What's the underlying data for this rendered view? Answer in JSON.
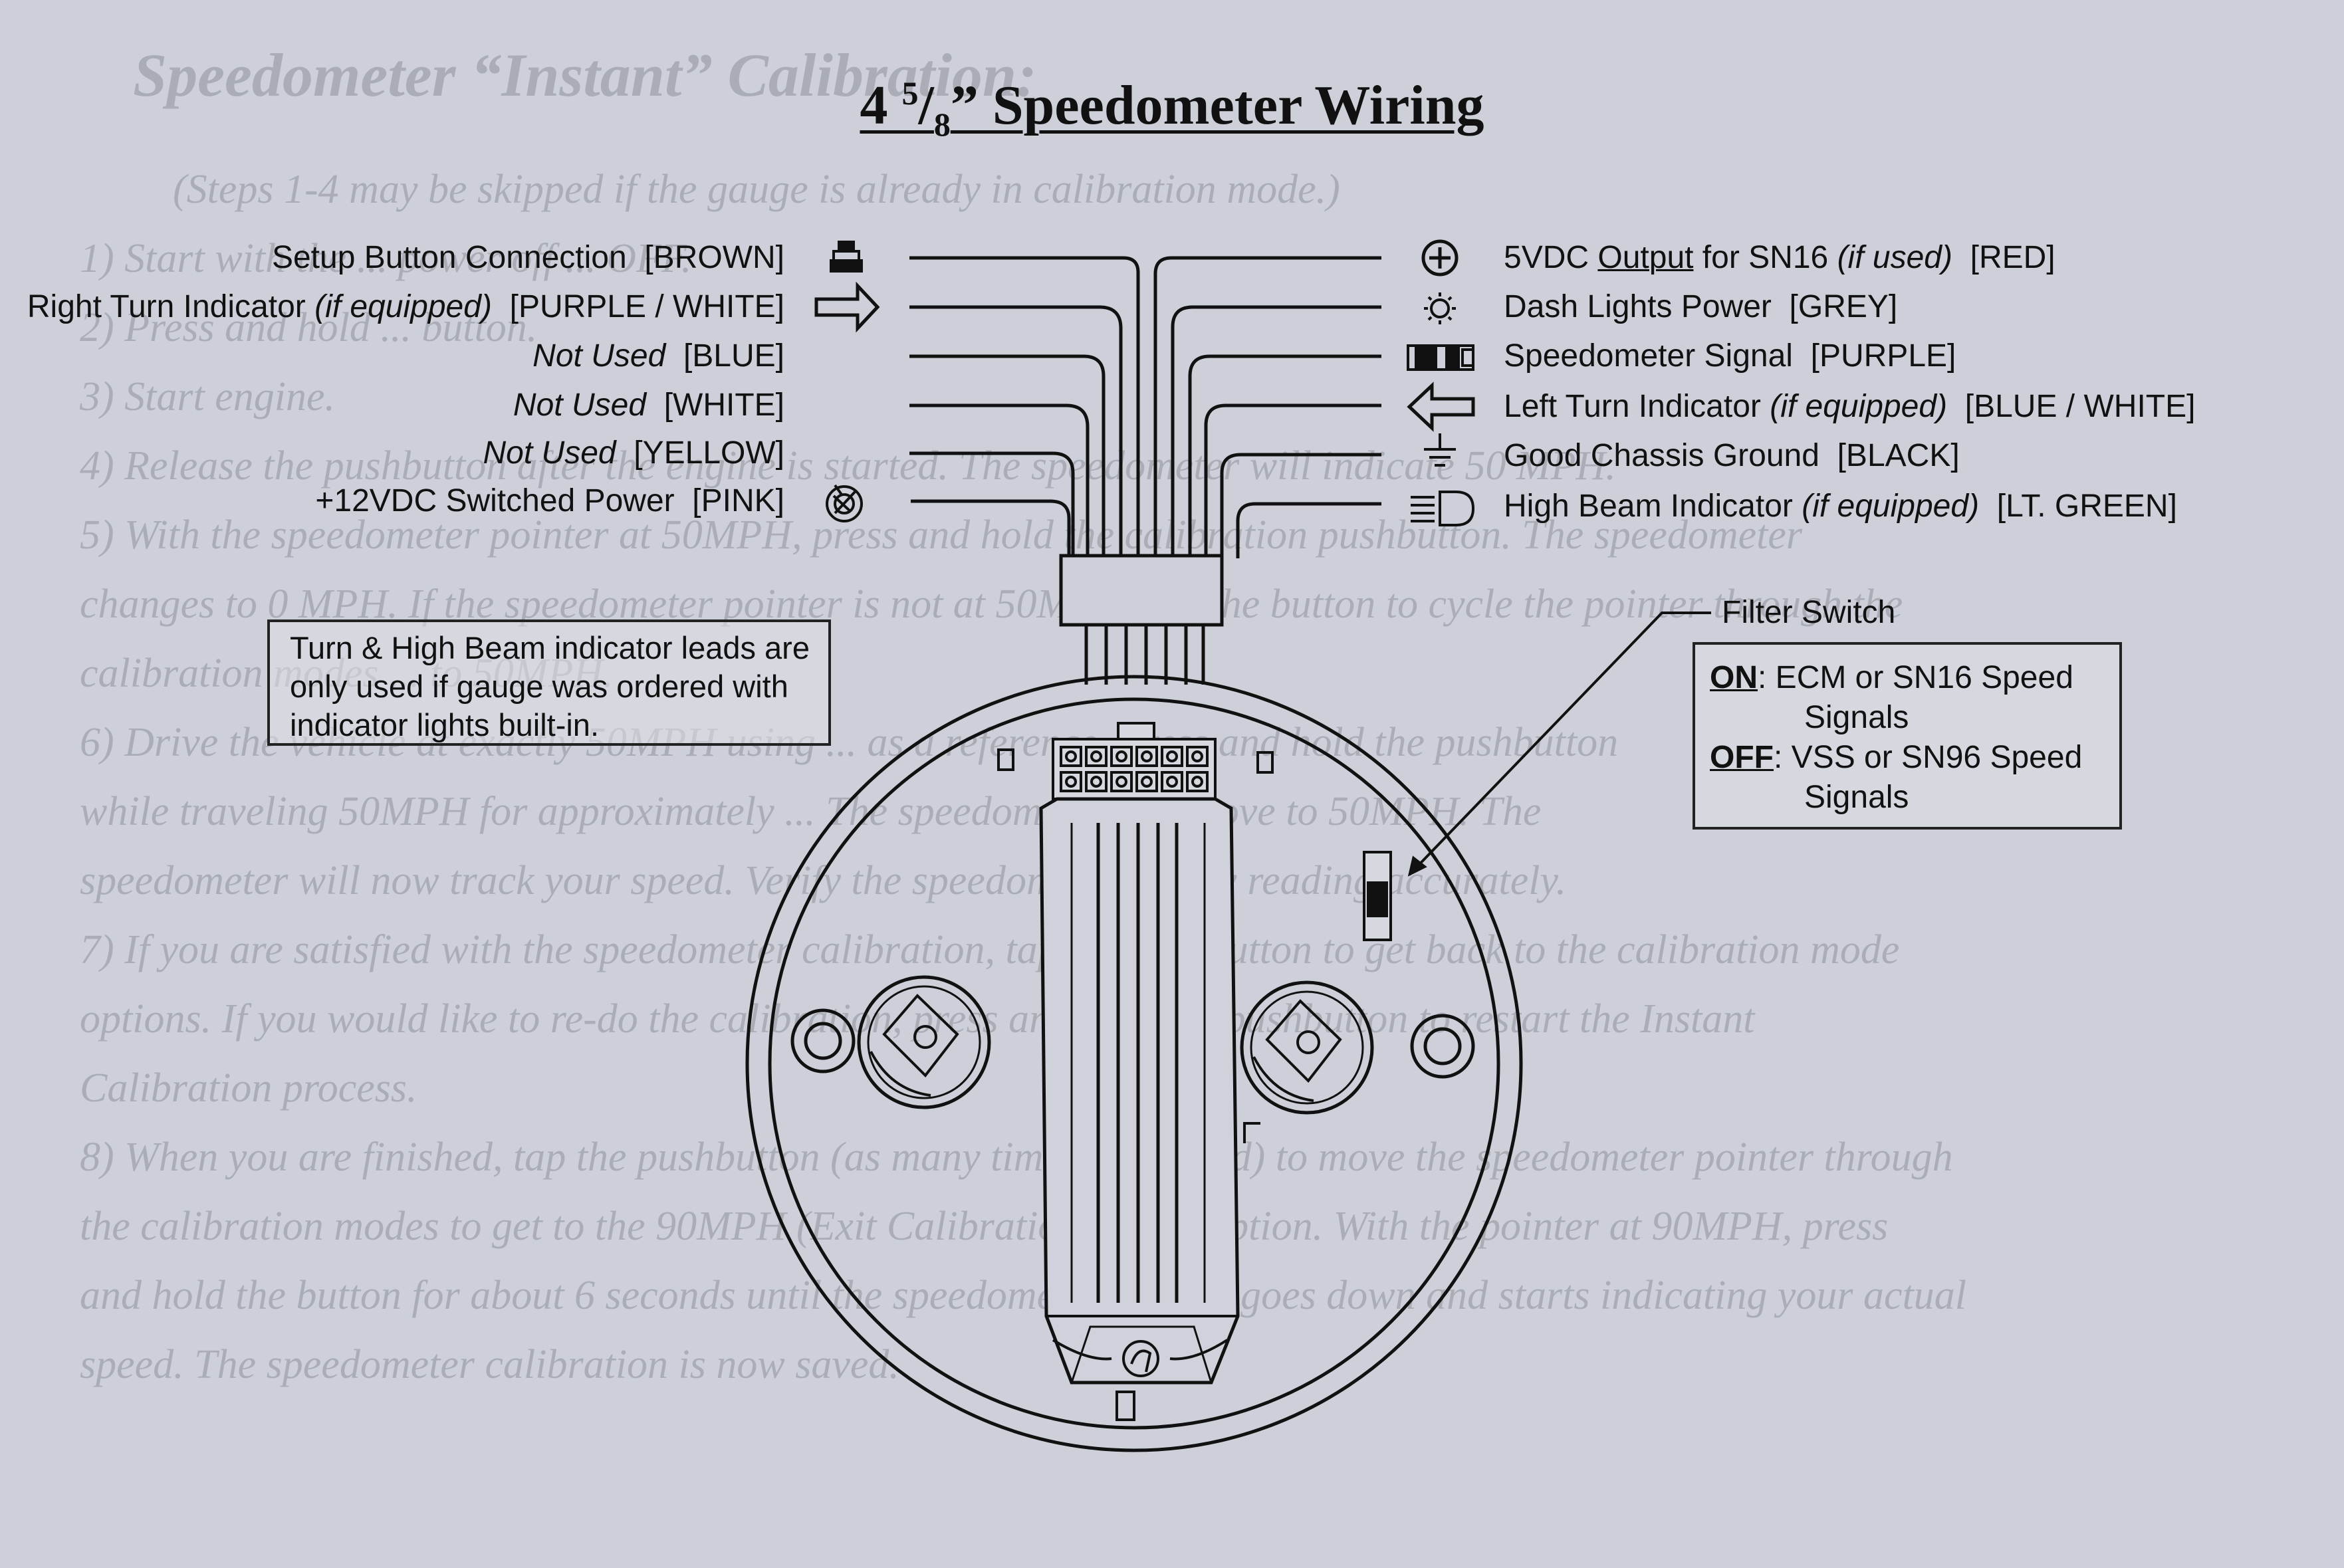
{
  "title": {
    "main": "4 ",
    "num": "5",
    "slash": "/",
    "den": "8",
    "rest": "” Speedometer Wiring"
  },
  "background_text": {
    "heading": "Speedometer “Instant” Calibration:",
    "lines": [
      "(Steps 1-4 may be skipped if the gauge is already in calibration mode.)",
      "1) Start with the ... power off ... OFF.",
      "2) Press and hold ... button.",
      "3) Start engine.",
      "4) Release the pushbutton after the engine is started. The speedometer will indicate 50 MPH.",
      "5) With the speedometer pointer at 50MPH, press and hold the calibration pushbutton. The speedometer",
      "   changes to 0 MPH. If the speedometer pointer is not at 50MPH, tap the button to cycle the pointer through the",
      "   calibration modes ... to 50MPH.",
      "6) Drive the vehicle at exactly 50MPH using ... as a reference. Press and hold the pushbutton",
      "   while traveling 50MPH for approximately ... The speedometer will move to 50MPH. The",
      "   speedometer will now track your speed. Verify the speedometer is now reading accurately.",
      "7) If you are satisfied with the speedometer calibration, tap the pushbutton to get back to the calibration mode",
      "   options. If you would like to re-do the calibration, press and hold the pushbutton to restart the Instant",
      "   Calibration process.",
      "8) When you are finished, tap the pushbutton (as many times as needed) to move the speedometer pointer through",
      "   the calibration modes to get to the 90MPH (Exit Calibration Mode) option. With the pointer at 90MPH, press",
      "   and hold the button for about 6 seconds until the speedometer pointer goes down and starts indicating your actual",
      "   speed. The speedometer calibration is now saved."
    ]
  },
  "left_wires": [
    {
      "id": "setup",
      "pre": "Setup Button Connection",
      "italic": "",
      "post": "[BROWN]",
      "icon": "button-icon",
      "color": "#7a4a24"
    },
    {
      "id": "right-turn",
      "pre": "Right Turn Indicator ",
      "italic": "(if equipped)",
      "post": "[PURPLE / WHITE]",
      "icon": "right-arrow-icon",
      "color": "#6a2c8a"
    },
    {
      "id": "not-used-blue",
      "pre": "",
      "italic": "Not Used",
      "post": "[BLUE]",
      "icon": "",
      "color": "#1f4fb0"
    },
    {
      "id": "not-used-white",
      "pre": "",
      "italic": "Not Used",
      "post": "[WHITE]",
      "icon": "",
      "color": "#ffffff"
    },
    {
      "id": "not-used-yellow",
      "pre": "",
      "italic": "Not Used",
      "post": "[YELLOW]",
      "icon": "",
      "color": "#e0c020"
    },
    {
      "id": "switched-power",
      "pre": "+12VDC Switched Power",
      "italic": "",
      "post": "[PINK]",
      "icon": "ignition-key-icon",
      "color": "#e07aa0"
    }
  ],
  "right_wires": [
    {
      "id": "5vdc",
      "pre": "5VDC ",
      "underline": "Output",
      "pre2": " for SN16 ",
      "italic": "(if used)",
      "post": "[RED]",
      "icon": "plus-circle-icon",
      "color": "#d02020"
    },
    {
      "id": "dash-lights",
      "pre": "Dash Lights Power",
      "underline": "",
      "pre2": "",
      "italic": "",
      "post": "[GREY]",
      "icon": "sun-icon",
      "color": "#808080"
    },
    {
      "id": "speedo-signal",
      "pre": "Speedometer Signal",
      "underline": "",
      "pre2": "",
      "italic": "",
      "post": "[PURPLE]",
      "icon": "sensor-icon",
      "color": "#6a2c8a"
    },
    {
      "id": "left-turn",
      "pre": "Left Turn Indicator ",
      "underline": "",
      "pre2": "",
      "italic": "(if equipped)",
      "post": "[BLUE / WHITE]",
      "icon": "left-arrow-icon",
      "color": "#1f4fb0"
    },
    {
      "id": "ground",
      "pre": "Good Chassis Ground",
      "underline": "",
      "pre2": "",
      "italic": "",
      "post": "[BLACK]",
      "icon": "ground-icon",
      "color": "#000000"
    },
    {
      "id": "high-beam",
      "pre": "High Beam Indicator ",
      "underline": "",
      "pre2": "",
      "italic": "(if equipped)",
      "post": "[LT. GREEN]",
      "icon": "high-beam-icon",
      "color": "#7fd47f"
    }
  ],
  "note_box": {
    "lines": [
      "Turn & High Beam indicator leads are",
      "only used if gauge was ordered with",
      "indicator lights built-in."
    ]
  },
  "filter_switch": {
    "label": "Filter Switch",
    "on_key": "ON",
    "on_text": ": ECM or SN16 Speed",
    "on_text2": "Signals",
    "off_key": "OFF",
    "off_text": ": VSS or SN96 Speed",
    "off_text2": "Signals"
  },
  "colors": {
    "ink": "#111111",
    "paper": "#cdd0d8",
    "ghost": "#8e929c"
  }
}
